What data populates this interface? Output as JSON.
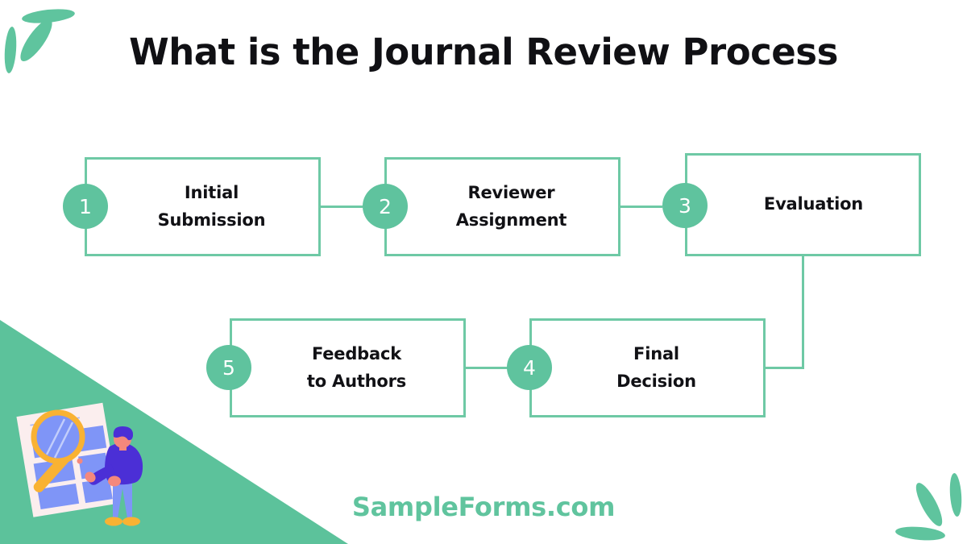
{
  "title": "What is the Journal Review Process",
  "watermark": "SampleForms.com",
  "colors": {
    "accent_green": "#5fc39e",
    "border_green": "#6ec9a5",
    "triangle_green": "#5cc29b",
    "title_text": "#101014",
    "box_text": "#111115",
    "background": "#ffffff",
    "illustration_paper": "#fbeeee",
    "illustration_cell": "#7f95f7",
    "illustration_lens": "#7f95f7",
    "illustration_lens_ring": "#f9b233",
    "illustration_hair": "#4b2fd6",
    "illustration_shirt": "#4b2fd6",
    "illustration_pants": "#7f95f7",
    "illustration_shoes": "#f9b233",
    "illustration_skin": "#f4887c"
  },
  "steps": [
    {
      "number": "1",
      "label": "Initial\nSubmission",
      "lines": 2
    },
    {
      "number": "2",
      "label": "Reviewer\nAssignment",
      "lines": 2
    },
    {
      "number": "3",
      "label": "Evaluation",
      "lines": 1
    },
    {
      "number": "4",
      "label": "Final\nDecision",
      "lines": 2
    },
    {
      "number": "5",
      "label": "Feedback\nto Authors",
      "lines": 2
    }
  ],
  "illustration": {
    "name": "person-with-magnifying-glass-reviewing-document",
    "alt": "Person holding a magnifying glass inspecting a checklist document"
  },
  "decorations": {
    "top_left_leaves": "three-green-leaf-shapes",
    "bottom_right_leaves": "three-green-leaf-shapes",
    "corner_triangle": "green-diagonal-triangle-bottom-left"
  }
}
